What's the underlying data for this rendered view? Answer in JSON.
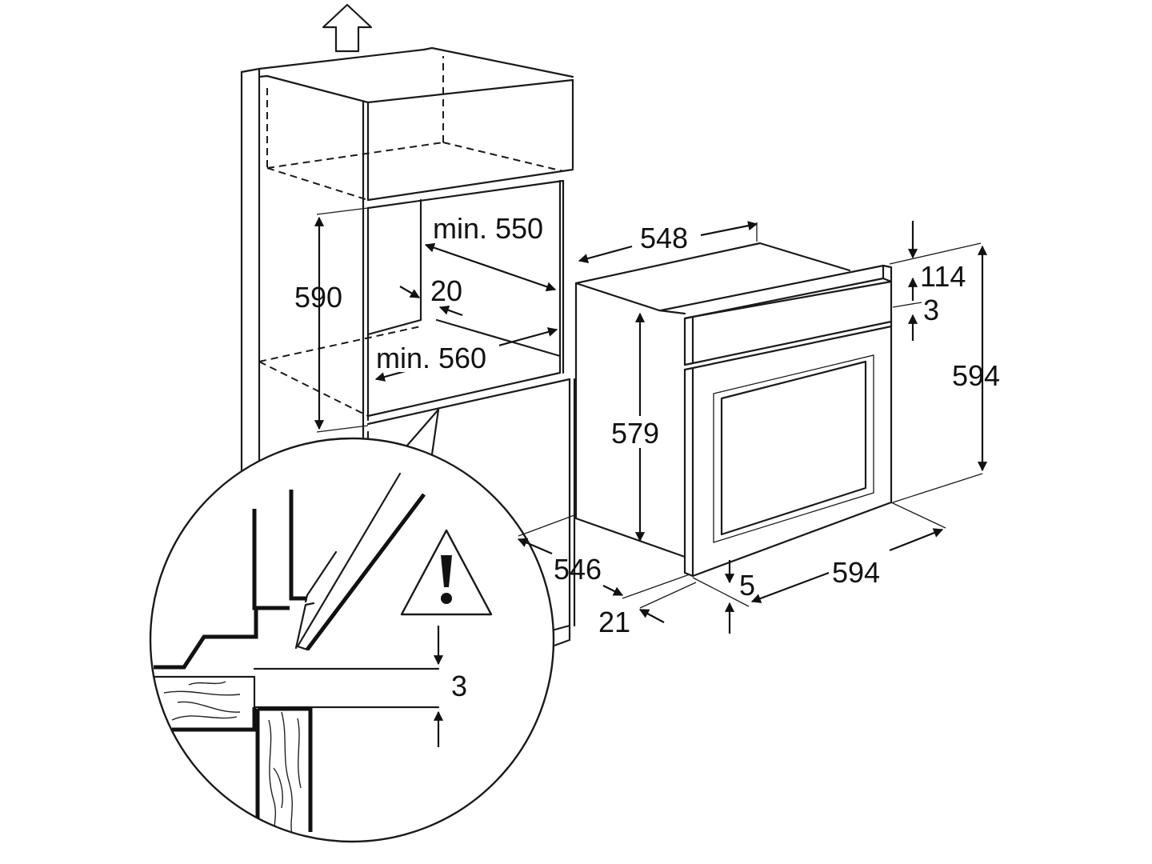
{
  "labels": {
    "cab_min_depth": "min. 550",
    "cab_height": "590",
    "cab_gap": "20",
    "cab_min_width": "min. 560",
    "oven_depth": "548",
    "oven_top_panel": "114",
    "oven_top_gap": "3",
    "oven_height": "594",
    "oven_body_height": "579",
    "oven_body_depth": "546",
    "oven_width": "594",
    "oven_bottom_gap": "5",
    "oven_front_thickness": "21",
    "detail_gap": "3"
  },
  "colors": {
    "ink": "#111111",
    "background": "#ffffff"
  },
  "icons": [
    "up-arrow-icon",
    "warning-triangle-icon"
  ]
}
